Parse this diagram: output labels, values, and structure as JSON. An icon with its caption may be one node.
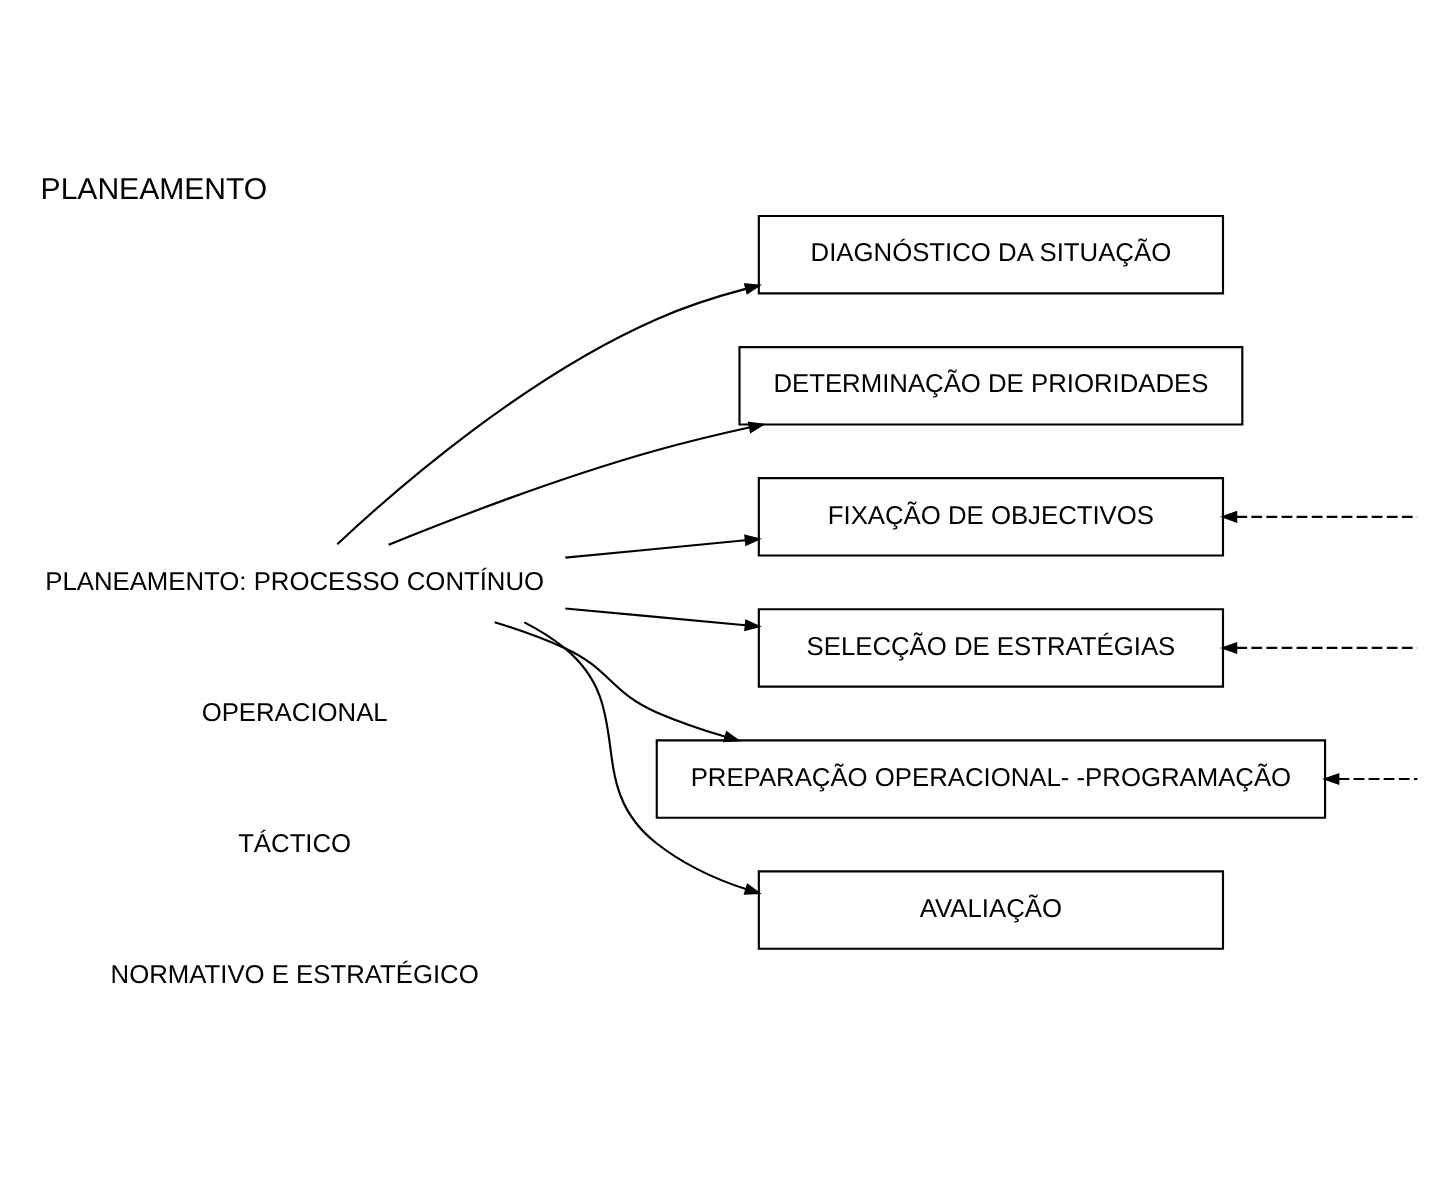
{
  "diagram": {
    "title": "PLANEAMENTO",
    "nodes": [
      {
        "text": [
          "PLANEAMENTO: PROCESSO CONTÍNUO"
        ]
      },
      {
        "text": [
          "DIAGNÓSTICO DA SITUAÇÃO"
        ]
      },
      {
        "text": [
          "DETERMINAÇÃO DE PRIORIDADES"
        ]
      },
      {
        "text": [
          "FIXAÇÃO DE OBJECTIVOS"
        ]
      },
      {
        "text": [
          "SELECÇÃO DE ESTRATÉGIAS"
        ]
      },
      {
        "text": [
          "PREPARAÇÃO OPERACIONAL- -PROGRAMAÇÃO"
        ]
      },
      {
        "text": [
          "AVALIAÇÃO"
        ]
      }
    ],
    "edges": [
      {
        "from": 0,
        "to": 1,
        "arrow": "to"
      },
      {
        "from": 0,
        "to": 2,
        "arrow": "to"
      },
      {
        "from": 0,
        "to": 3,
        "arrow": "to"
      },
      {
        "from": 0,
        "to": 4,
        "arrow": "to"
      },
      {
        "from": 0,
        "to": 5,
        "arrow": "to"
      },
      {
        "from": 0,
        "to": 6,
        "arrow": "to"
      },
      {
        "from": null,
        "to": 3,
        "arrow": "to",
        "style": "dashed"
      },
      {
        "from": null,
        "to": 4,
        "arrow": "to",
        "style": "dashed"
      },
      {
        "from": null,
        "to": 5,
        "arrow": "to",
        "style": "dashed"
      }
    ],
    "labels": [
      "NORMATIVO E ESTRATÉGICO",
      "TÁCTICO",
      "OPERACIONAL"
    ]
  }
}
